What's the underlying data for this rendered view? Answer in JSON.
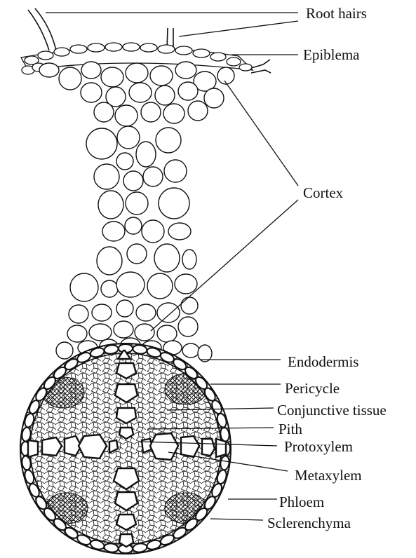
{
  "diagram": {
    "labels": {
      "root_hairs": "Root hairs",
      "epiblema": "Epiblema",
      "cortex": "Cortex",
      "endodermis": "Endodermis",
      "pericycle": "Pericycle",
      "conjunctive_tissue": "Conjunctive tissue",
      "pith": "Pith",
      "protoxylem": "Protoxylem",
      "metaxylem": "Metaxylem",
      "phloem": "Phloem",
      "sclerenchyma": "Sclerenchyma"
    }
  }
}
